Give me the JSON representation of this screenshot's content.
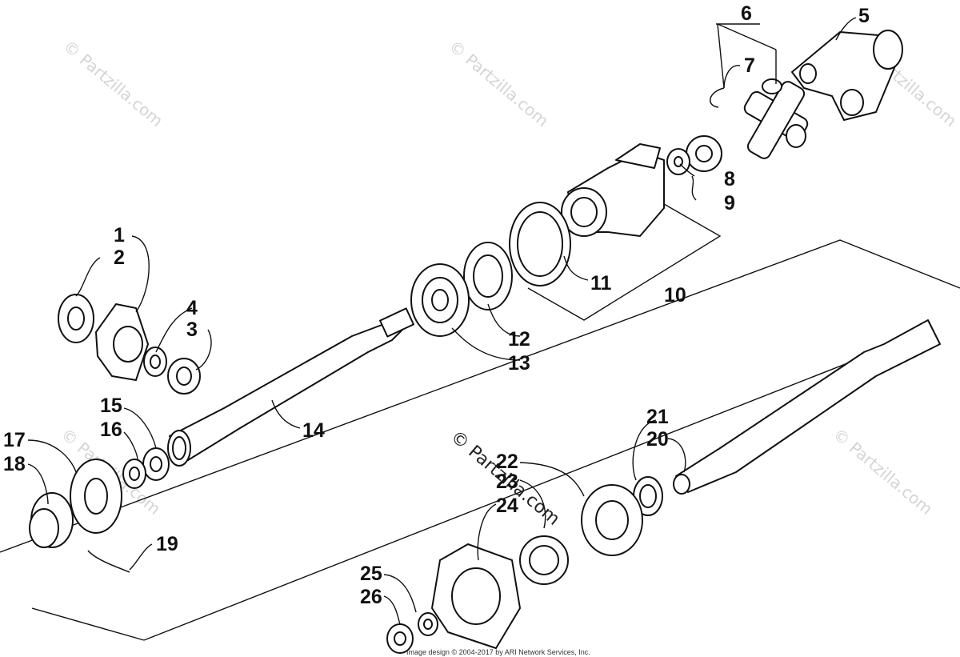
{
  "diagram": {
    "callouts": [
      "1",
      "2",
      "3",
      "4",
      "5",
      "6",
      "7",
      "8",
      "9",
      "10",
      "11",
      "12",
      "13",
      "14",
      "15",
      "16",
      "17",
      "18",
      "19",
      "20",
      "21",
      "22",
      "23",
      "24",
      "25",
      "26"
    ],
    "watermark_text": "© Partzilla.com",
    "copyright": "Image design © 2004-2017 by ARI Network Services, Inc."
  }
}
